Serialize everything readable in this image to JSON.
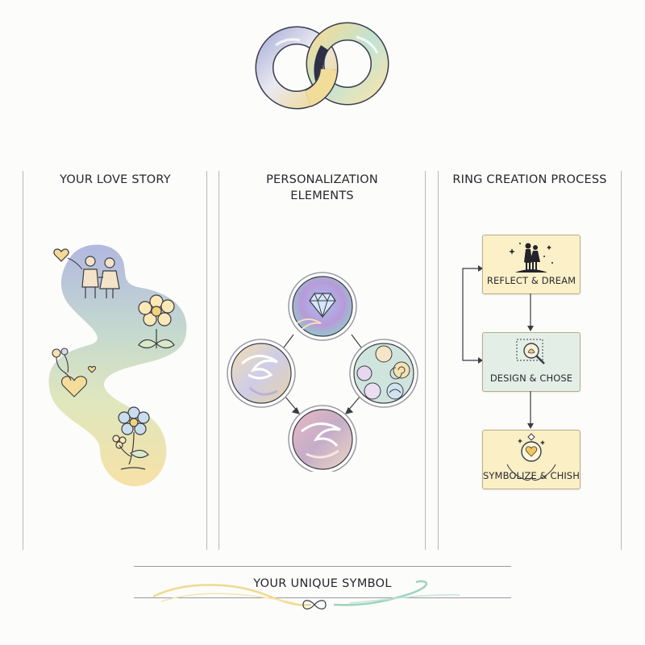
{
  "columns": {
    "love_story": {
      "title": "YOUR LOVE STORY"
    },
    "personalization": {
      "title_line1": "PERSONALIZATION",
      "title_line2": "ELEMENTS"
    },
    "ring_process": {
      "title": "RING CREATION PROCESS"
    }
  },
  "steps": [
    {
      "label": "REFLECT & DREAM",
      "icon": "couple-icon",
      "color": "#fbf0c8"
    },
    {
      "label": "DESIGN & CHOSE",
      "icon": "magnifier-icon",
      "color": "#e3efe6"
    },
    {
      "label": "SYMBOLIZE & CHISH",
      "icon": "ring-in-hands-icon",
      "color": "#fbefc6"
    }
  ],
  "footer": {
    "title": "YOUR UNIQUE SYMBOL"
  },
  "palette": {
    "gold": "#f2dc9a",
    "mint": "#b9dfd0",
    "lavender": "#b7b6dc",
    "navy": "#2e3145",
    "line": "#b8b8bc"
  }
}
